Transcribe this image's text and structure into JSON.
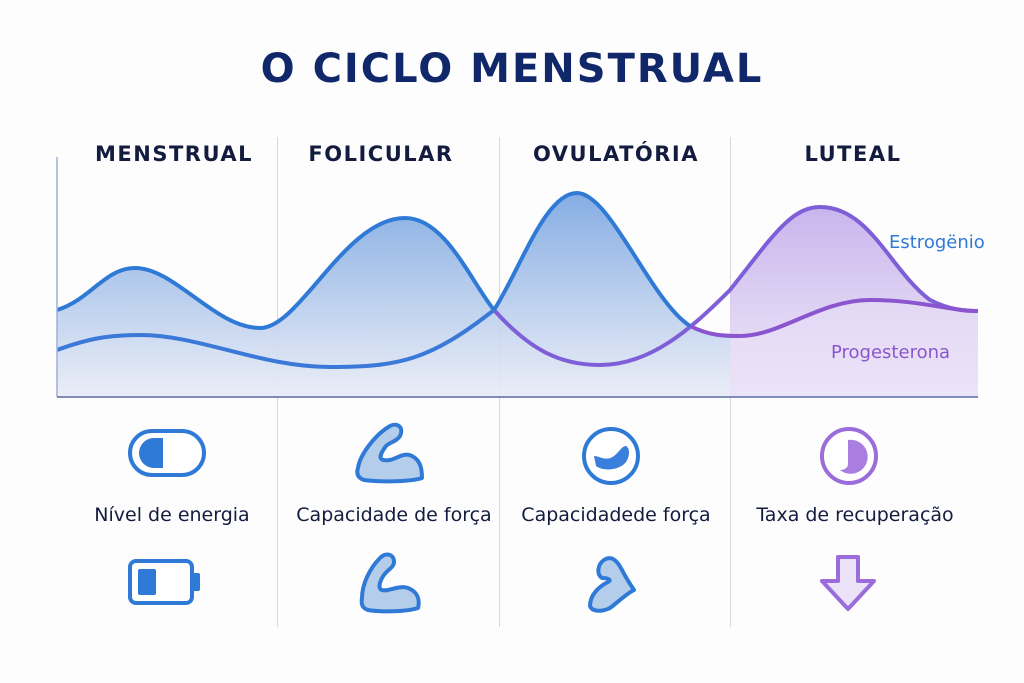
{
  "title": "O CICLO MENSTRUAL",
  "phases": [
    {
      "label": "MENSTRUAL"
    },
    {
      "label": "FOLICULAR"
    },
    {
      "label": "OVULATÓRIA"
    },
    {
      "label": "LUTEAL"
    }
  ],
  "legend": {
    "estrogen": {
      "label": "Estrogënio",
      "color": "#2f7ad6"
    },
    "progesterone": {
      "label": "Progesterona",
      "color": "#8a55cf"
    }
  },
  "metrics_row1": [
    {
      "label": "Nível de energia",
      "icon": "battery-toggle-half-icon"
    },
    {
      "label": "Capacidade de força",
      "icon": "flexed-arm-icon"
    },
    {
      "label": "Capacidadede força",
      "icon": "circle-swoosh-icon"
    },
    {
      "label": "Taxa de recuperação",
      "icon": "partial-clock-circle-icon"
    }
  ],
  "metrics_row2": [
    {
      "icon": "battery-low-icon"
    },
    {
      "icon": "flexed-arm-icon"
    },
    {
      "icon": "flexed-arm-small-icon"
    },
    {
      "icon": "arrow-down-icon"
    }
  ],
  "colors": {
    "title": "#10286a",
    "blue": "#2f7ad6",
    "purple": "#8a55cf",
    "blue_fill": "#9bbfe8",
    "purple_fill": "#d5c4f0"
  },
  "chart_data": {
    "type": "area",
    "title": "O CICLO MENSTRUAL",
    "xlabel": "",
    "ylabel": "",
    "categories": [
      "MENSTRUAL",
      "FOLICULAR",
      "OVULATÓRIA",
      "LUTEAL"
    ],
    "x": [
      0,
      10,
      20,
      30,
      40,
      50,
      60,
      70,
      80,
      90,
      100
    ],
    "series": [
      {
        "name": "Estrogënio",
        "values": [
          40,
          58,
          35,
          32,
          78,
          60,
          18,
          5,
          60,
          80,
          40
        ]
      },
      {
        "name": "Progesterona",
        "values": [
          22,
          28,
          22,
          15,
          15,
          45,
          92,
          28,
          30,
          42,
          40
        ]
      }
    ],
    "ylim": [
      0,
      100
    ],
    "grid": false,
    "legend_position": "right",
    "annotations": [
      "Estrogënio",
      "Progesterona"
    ]
  }
}
